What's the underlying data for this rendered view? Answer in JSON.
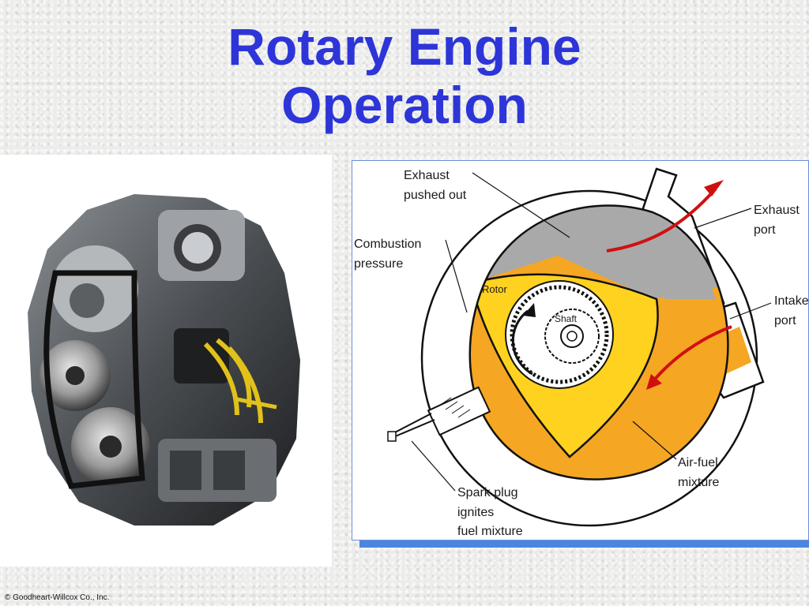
{
  "title": {
    "line1": "Rotary Engine",
    "line2": "Operation"
  },
  "diagram": {
    "labels": {
      "exhaust_pushed_out_1": "Exhaust",
      "exhaust_pushed_out_2": "pushed out",
      "combustion_pressure_1": "Combustion",
      "combustion_pressure_2": "pressure",
      "exhaust_port_1": "Exhaust",
      "exhaust_port_2": "port",
      "intake_port_1": "Intake",
      "intake_port_2": "port",
      "rotor": "Rotor",
      "shaft": "Shaft",
      "air_fuel_1": "Air-fuel",
      "air_fuel_2": "mixture",
      "spark_plug_1": "Spark plug",
      "spark_plug_2": "ignites",
      "spark_plug_3": "fuel mixture"
    },
    "colors": {
      "exhaust_gas": "#a9a9a9",
      "rotor": "#ffd21f",
      "air_fuel": "#f5a623",
      "arrow_red": "#d01010",
      "frame_blue": "#4a86e0"
    }
  },
  "footer": {
    "copyright": "© Goodheart-Willcox Co., Inc."
  }
}
